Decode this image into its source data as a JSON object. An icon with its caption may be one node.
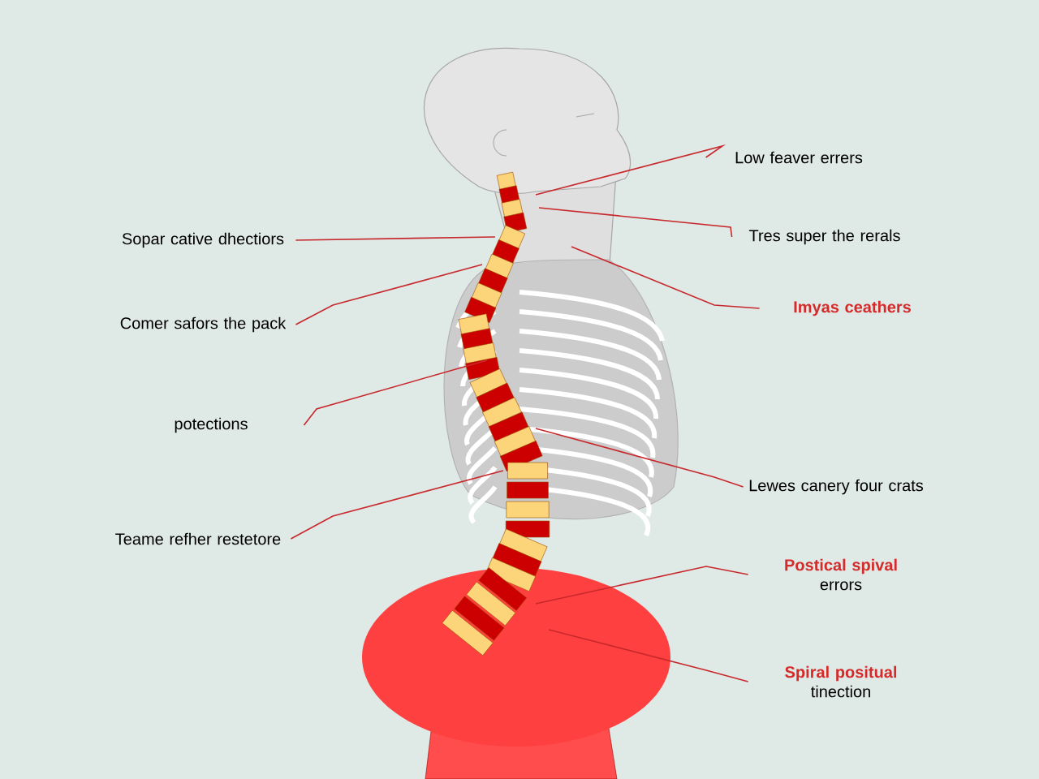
{
  "diagram": {
    "nodes": [
      {
        "text": [
          "Sopar cative dhectiors"
        ]
      },
      {
        "text": [
          "Comer safors the pack"
        ]
      },
      {
        "text": [
          "potections"
        ]
      },
      {
        "text": [
          "Teame refher restetore"
        ]
      },
      {
        "text": [
          "Low feaver errers"
        ]
      },
      {
        "text": [
          "Tres super the rerals"
        ]
      },
      {
        "text": [
          "Imyas ceathers"
        ]
      },
      {
        "text": [
          "Lewes canery four crats"
        ]
      },
      {
        "text": [
          "Postical spival",
          "errors"
        ]
      },
      {
        "text": [
          "Spiral positual",
          "tinection"
        ]
      }
    ],
    "edges": [
      {
        "from": 0,
        "to": null,
        "arrow": "none"
      },
      {
        "from": 1,
        "to": null,
        "arrow": "none"
      },
      {
        "from": 2,
        "to": null,
        "arrow": "none"
      },
      {
        "from": 3,
        "to": null,
        "arrow": "none"
      },
      {
        "from": 4,
        "to": null,
        "arrow": "none"
      },
      {
        "from": 5,
        "to": null,
        "arrow": "none"
      },
      {
        "from": 6,
        "to": null,
        "arrow": "none"
      },
      {
        "from": 7,
        "to": null,
        "arrow": "none"
      },
      {
        "from": 8,
        "to": null,
        "arrow": "none"
      },
      {
        "from": 9,
        "to": null,
        "arrow": "none"
      }
    ]
  }
}
